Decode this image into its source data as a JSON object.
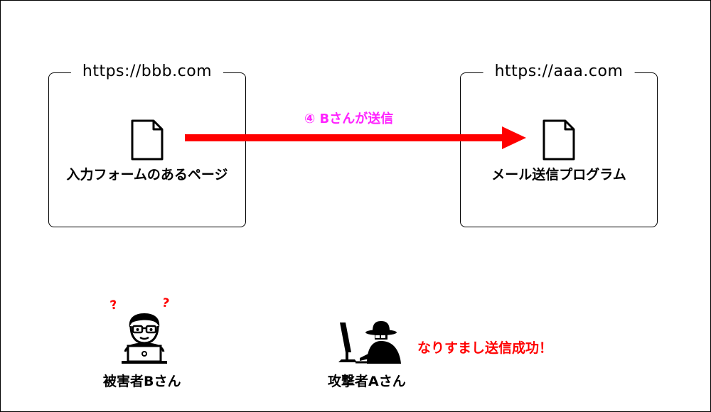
{
  "left_site": {
    "url": "https://bbb.com",
    "page_name": "入力フォームのあるページ"
  },
  "right_site": {
    "url": "https://aaa.com",
    "page_name": "メール送信プログラム"
  },
  "arrow": {
    "label": "④ Bさんが送信",
    "label_color": "#ff22ff",
    "color": "#ff0000"
  },
  "victim": {
    "name": "被害者Bさん",
    "marks": [
      "?",
      "?"
    ]
  },
  "attacker": {
    "name": "攻撃者Aさん",
    "message": "なりすまし送信成功！"
  },
  "icons": {
    "document": "document-icon",
    "victim": "person-with-laptop-icon",
    "attacker": "hacker-at-computer-icon"
  }
}
